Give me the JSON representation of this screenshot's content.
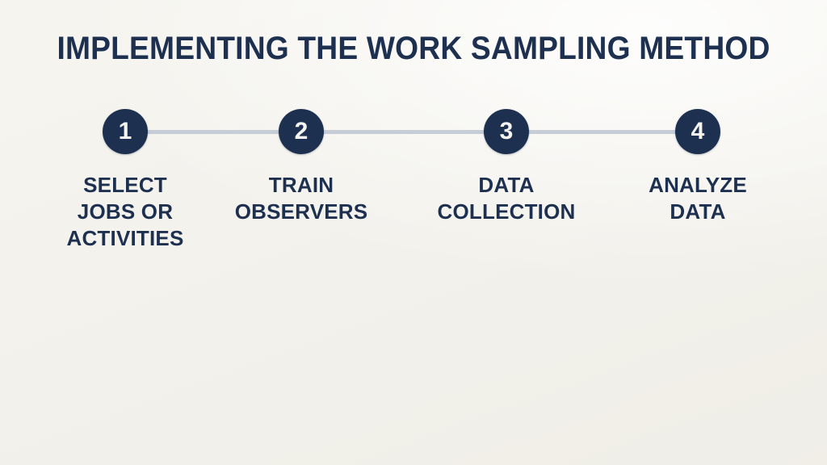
{
  "page": {
    "title": "IMPLEMENTING THE WORK SAMPLING METHOD",
    "background_color": "#f2f0ea",
    "primary_color": "#1d3050",
    "accent_color": "#2c6da0",
    "connector_color": "#c6cdd7",
    "skin_color": "#97a3b2"
  },
  "steps": [
    {
      "number": "1",
      "label": "SELECT\nJOBS OR\nACTIVITIES",
      "icon_name": "clipboard-checklist-gear-buildings-icon"
    },
    {
      "number": "2",
      "label": "TRAIN\nOBSERVERS",
      "icon_name": "trainer-whiteboard-audience-icon"
    },
    {
      "number": "3",
      "label": "DATA\nCOLLECTION",
      "icon_name": "observer-tablet-clock-icon"
    },
    {
      "number": "4",
      "label": "ANALYZE\nDATA",
      "icon_name": "laptop-pie-bar-chart-icon"
    }
  ]
}
